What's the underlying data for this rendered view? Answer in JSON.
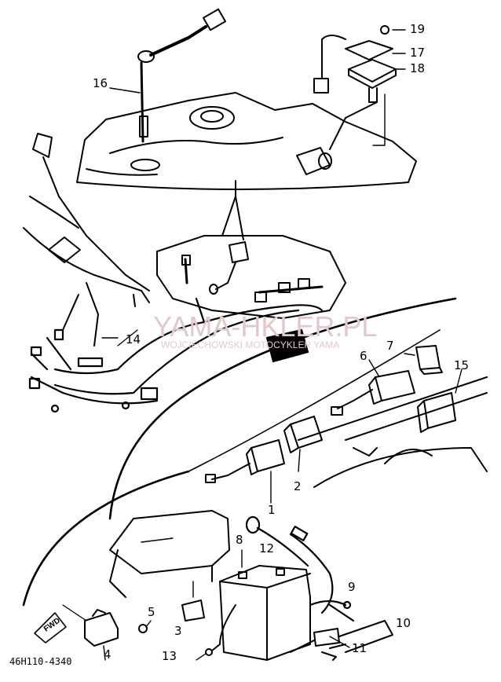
{
  "callouts": [
    {
      "id": "c16",
      "text": "16"
    },
    {
      "id": "c19",
      "text": "19"
    },
    {
      "id": "c17",
      "text": "17"
    },
    {
      "id": "c18",
      "text": "18"
    },
    {
      "id": "c14",
      "text": "14"
    },
    {
      "id": "c7",
      "text": "7"
    },
    {
      "id": "c6",
      "text": "6"
    },
    {
      "id": "c15",
      "text": "15"
    },
    {
      "id": "c2",
      "text": "2"
    },
    {
      "id": "c1",
      "text": "1"
    },
    {
      "id": "c8",
      "text": "8"
    },
    {
      "id": "c12",
      "text": "12"
    },
    {
      "id": "c9",
      "text": "9"
    },
    {
      "id": "c5",
      "text": "5"
    },
    {
      "id": "c3",
      "text": "3"
    },
    {
      "id": "c10",
      "text": "10"
    },
    {
      "id": "c4",
      "text": "4"
    },
    {
      "id": "c13",
      "text": "13"
    },
    {
      "id": "c11",
      "text": "11"
    }
  ],
  "watermark": {
    "main": "YAMA-HKLER.PL",
    "sub": "WOJCIECHOWSKI MOTOCYKLER YAMA"
  },
  "fwd_label": "FWD",
  "part_number": "46H110-4340"
}
